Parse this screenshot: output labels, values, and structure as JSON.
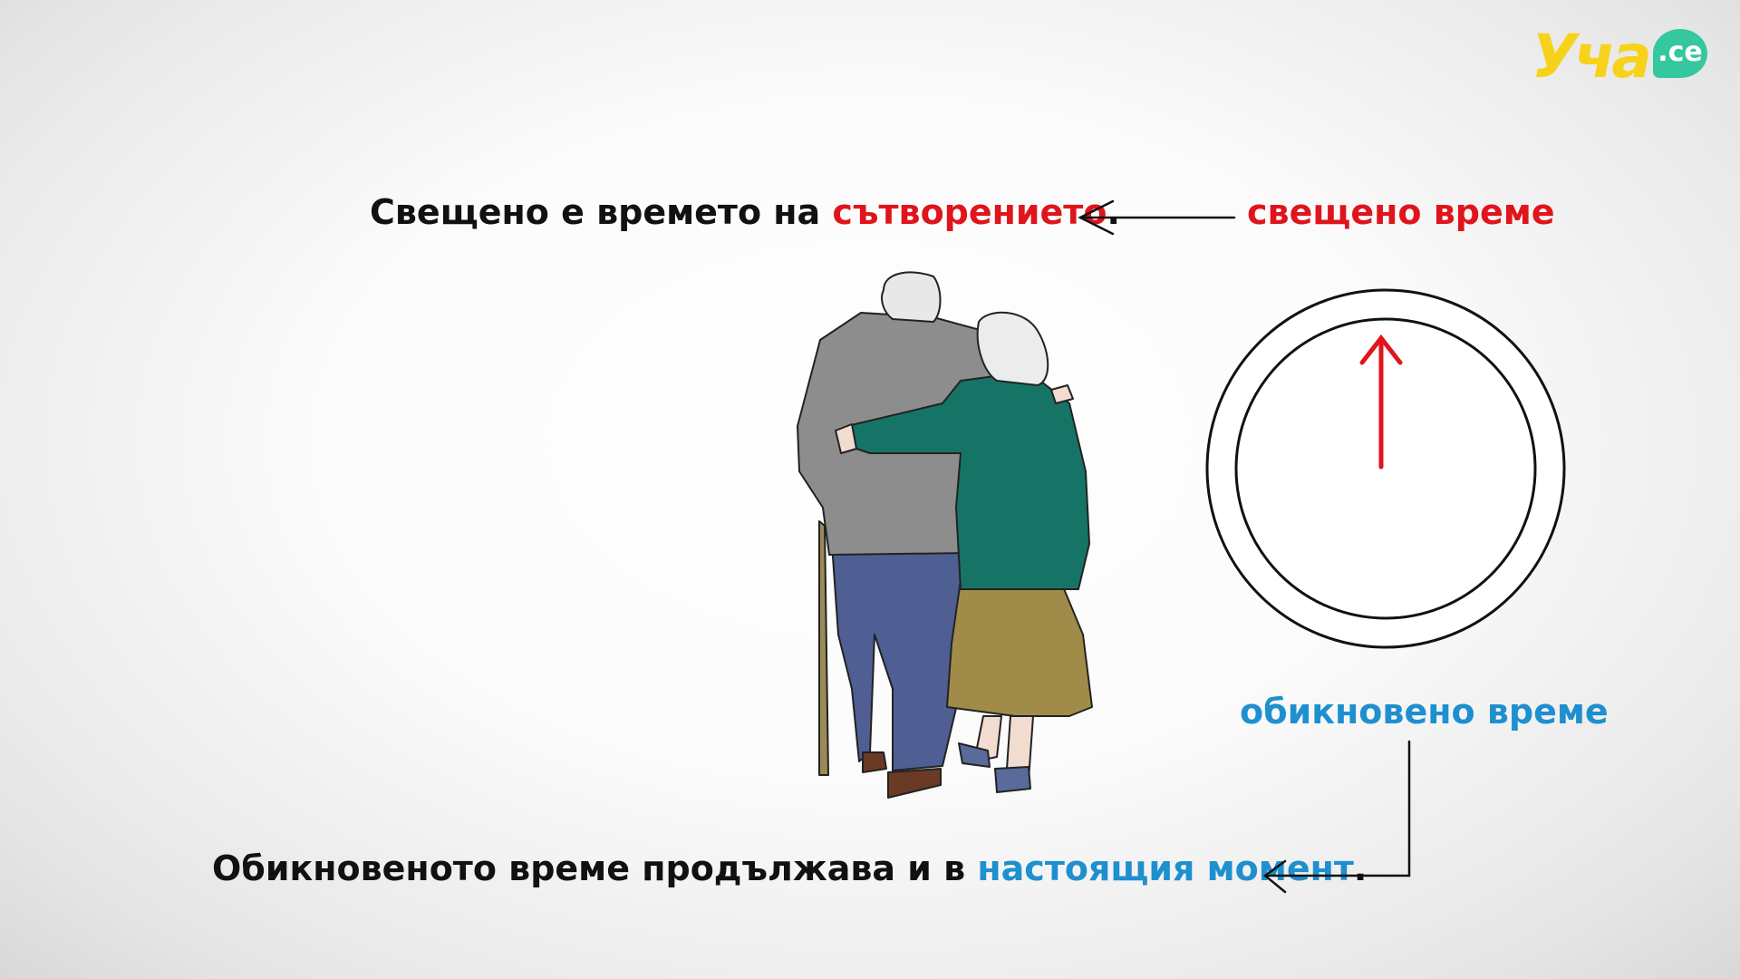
{
  "logo": {
    "text": "Уча",
    "badge": ".се"
  },
  "top_sentence": {
    "prefix": "Свещено е времето на ",
    "highlight": "сътворението",
    "suffix": "."
  },
  "sacred_label": "свещено време",
  "ordinary_label": "обикновено време",
  "bottom_sentence": {
    "prefix": "Обикновеното време продължава и в ",
    "highlight": "настоящия момент",
    "suffix": "."
  },
  "colors": {
    "sacred": "#e0141c",
    "ordinary": "#1e8fcf",
    "logo_yellow": "#f7d21a",
    "logo_green": "#35c79d"
  }
}
